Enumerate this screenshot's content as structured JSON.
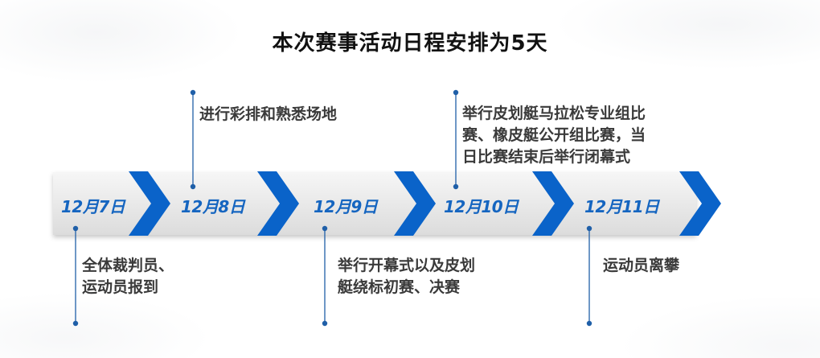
{
  "title": "本次赛事活动日程安排为5天",
  "dates": [
    "12月7日",
    "12月8日",
    "12月9日",
    "12月10日",
    "12月11日"
  ],
  "events": {
    "day1": [
      "全体裁判员、",
      "运动员报到"
    ],
    "day2": [
      "进行彩排和熟悉场地"
    ],
    "day3": [
      "举行开幕式以及皮划",
      "艇绕标初赛、决赛"
    ],
    "day4": [
      "举行皮划艇马拉松专业组比",
      "赛、橡皮艇公开组比赛，当",
      "日比赛结束后举行闭幕式"
    ],
    "day5": [
      "运动员离攀"
    ]
  },
  "colors": {
    "accent": "#0a63c9",
    "band": "#e8e8e8",
    "text": "#3a3a3a"
  }
}
